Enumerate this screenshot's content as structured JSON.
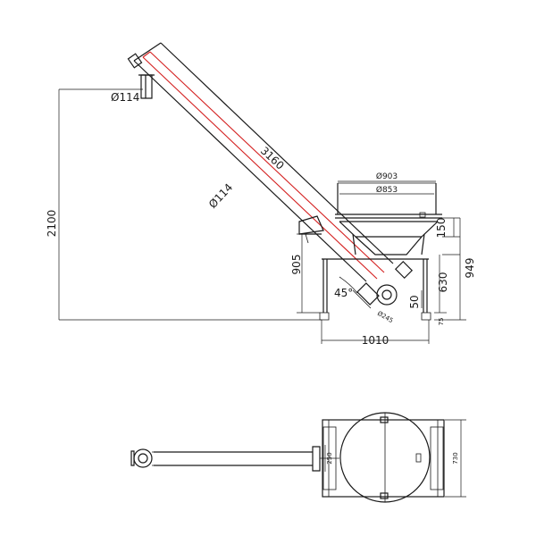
{
  "side_view": {
    "dims": {
      "length": "3160",
      "height_total": "2100",
      "outlet_diameter": "Ø114",
      "tube_diameter": "Ø114",
      "hopper_outer": "Ø903",
      "hopper_inner": "Ø853",
      "inlet_height": "905",
      "angle": "45°",
      "frame_width": "1010",
      "hopper_height": "949",
      "hopper_upper": "150",
      "hopper_body": "630",
      "motor_offset": "50",
      "foot_height": "75",
      "motor_flange": "Ø245"
    }
  },
  "plan_view": {
    "dims": {
      "inlet_width": "250",
      "overall_depth": "730"
    }
  },
  "colors": {
    "line": "#1a1a1a",
    "screw_axis": "#d42020"
  }
}
